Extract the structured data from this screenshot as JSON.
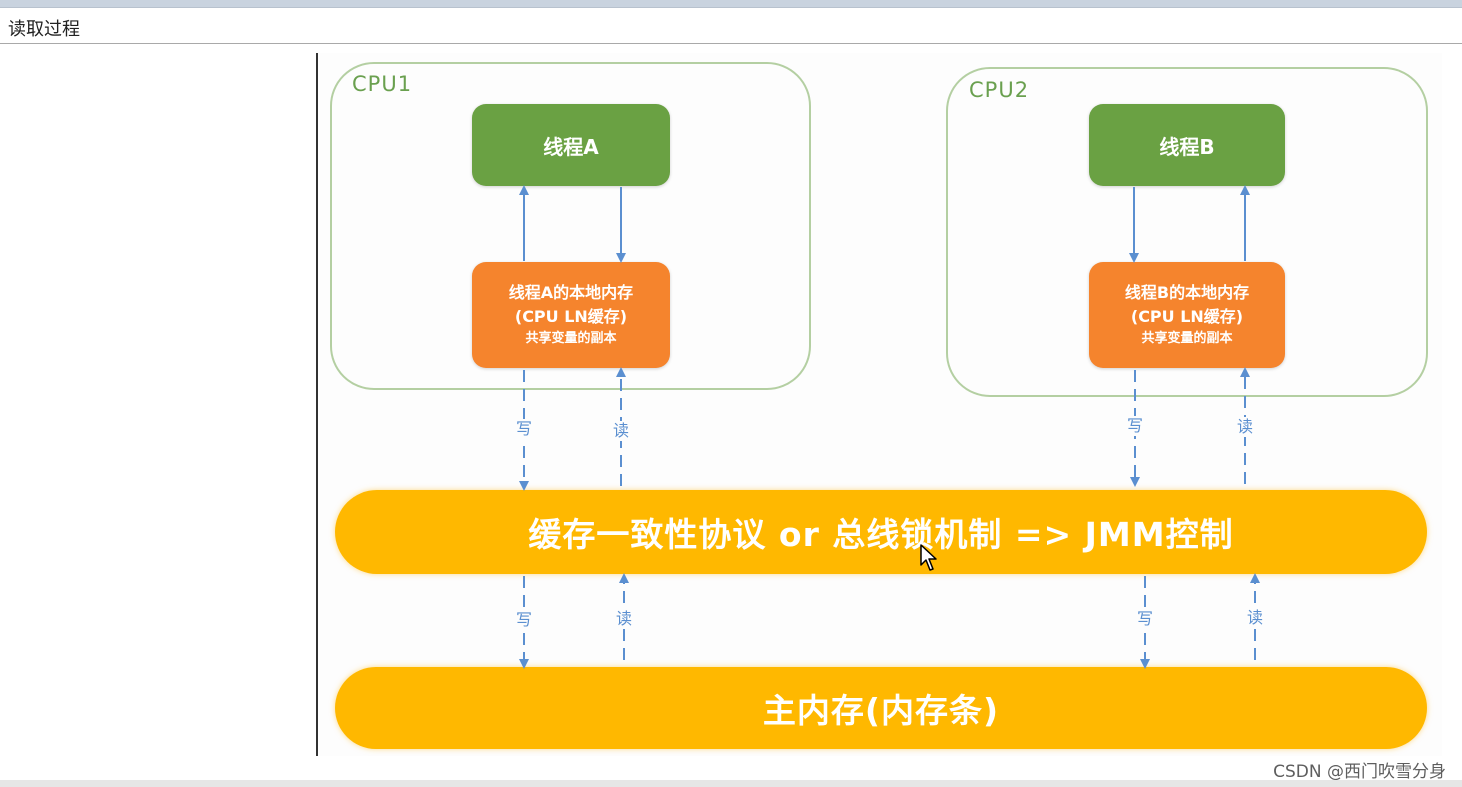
{
  "window": {
    "title": "读取过程"
  },
  "diagram": {
    "cpu1": {
      "label": "CPU1",
      "thread": "线程A",
      "local_memory": {
        "line1": "线程A的本地内存",
        "line2": "(CPU LN缓存)",
        "line3": "共享变量的副本"
      }
    },
    "cpu2": {
      "label": "CPU2",
      "thread": "线程B",
      "local_memory": {
        "line1": "线程B的本地内存",
        "line2": "(CPU LN缓存)",
        "line3": "共享变量的副本"
      }
    },
    "protocol_bar": "缓存一致性协议 or 总线锁机制 => JMM控制",
    "main_memory": "主内存(内存条)",
    "labels": {
      "write": "写",
      "read": "读"
    }
  },
  "watermark": "CSDN @西门吹雪分身",
  "colors": {
    "thread": "#6aa143",
    "local_memory": "#f5842d",
    "bar": "#ffb800",
    "cpu_border": "#b4cfa2",
    "arrow": "#5b8fd0"
  }
}
